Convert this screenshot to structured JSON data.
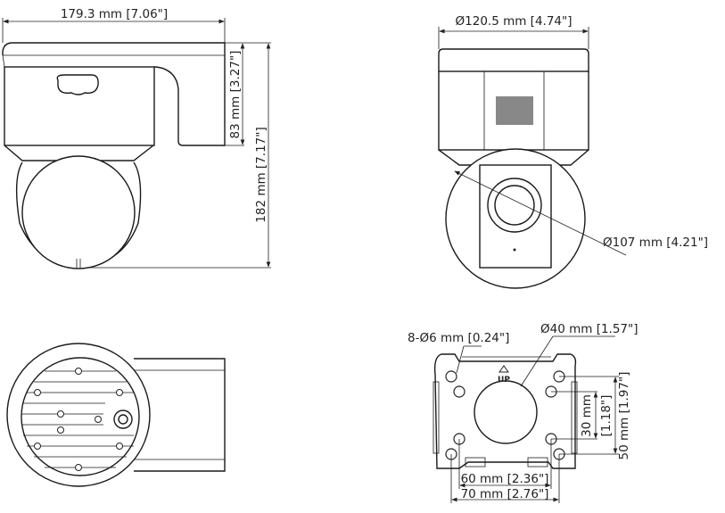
{
  "title": "PTZ camera dimensions drawing",
  "side_view": {
    "width_label": "179.3 mm [7.06\"]",
    "body_height_label": "83 mm [3.27\"]",
    "total_height_label": "182 mm [7.17\"]"
  },
  "front_view": {
    "top_diameter_label": "Ø120.5 mm [4.74\"]",
    "dome_diameter_label": "Ø107 mm [4.21\"]"
  },
  "mount_plate": {
    "holes_label": "8-Ø6 mm [0.24\"]",
    "center_hole_label": "Ø40 mm [1.57\"]",
    "up_marker": "UP",
    "dim_30_label": "30 mm",
    "dim_30_inch_label": "[1.18\"]",
    "dim_50_label": "50 mm [1.97\"]",
    "dim_60_label": "60 mm [2.36\"]",
    "dim_70_label": "70 mm [2.76\"]"
  }
}
